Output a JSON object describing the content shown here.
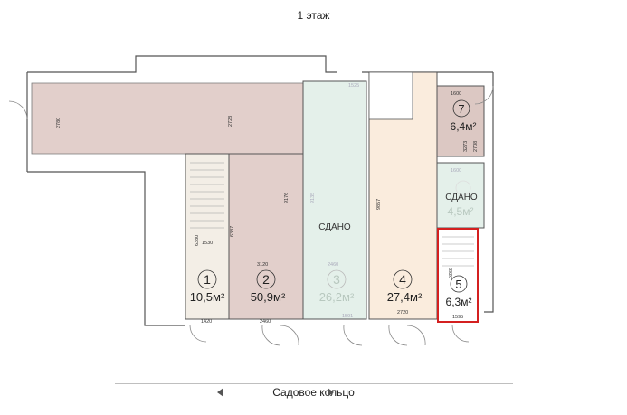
{
  "page": {
    "floor_title": "1 этаж"
  },
  "street": {
    "label": "Садовое кольцо"
  },
  "rooms": [
    {
      "number": "1",
      "area": "10,5м²",
      "status": ""
    },
    {
      "number": "2",
      "area": "50,9м²",
      "status": ""
    },
    {
      "number": "3",
      "area": "26,2м²",
      "status": "СДАНО"
    },
    {
      "number": "4",
      "area": "27,4м²",
      "status": ""
    },
    {
      "number": "5",
      "area": "6,3м²",
      "status": ""
    },
    {
      "number": "6",
      "area": "4,5м²",
      "status": "СДАНО"
    },
    {
      "number": "7",
      "area": "6,4м²",
      "status": ""
    }
  ],
  "dimensions": {
    "d2780": "2780",
    "d2728": "2728",
    "d9176": "9176",
    "d9135": "9135",
    "d9857": "9857",
    "d6380": "6380",
    "d6387": "6387",
    "d1530": "1530",
    "d3120": "3120",
    "d2460a": "2460",
    "d2460b": "2460",
    "d2720": "2720",
    "d1420": "1420",
    "d1595": "1595",
    "d3920": "3920",
    "d1600a": "1600",
    "d1600b": "1600",
    "d3273": "3273",
    "d2708": "2708",
    "d1525": "1525",
    "d1591": "1591"
  },
  "colors": {
    "room1": "#f3eee6",
    "room2": "#e2cfcb",
    "room3": "#e4f0ea",
    "room4": "#faecdd",
    "room5": "#ffffff",
    "room6": "#e4f0ea",
    "room7": "#dcc8c3",
    "corridor": "#e2cfcb",
    "highlight": "#d42020"
  }
}
